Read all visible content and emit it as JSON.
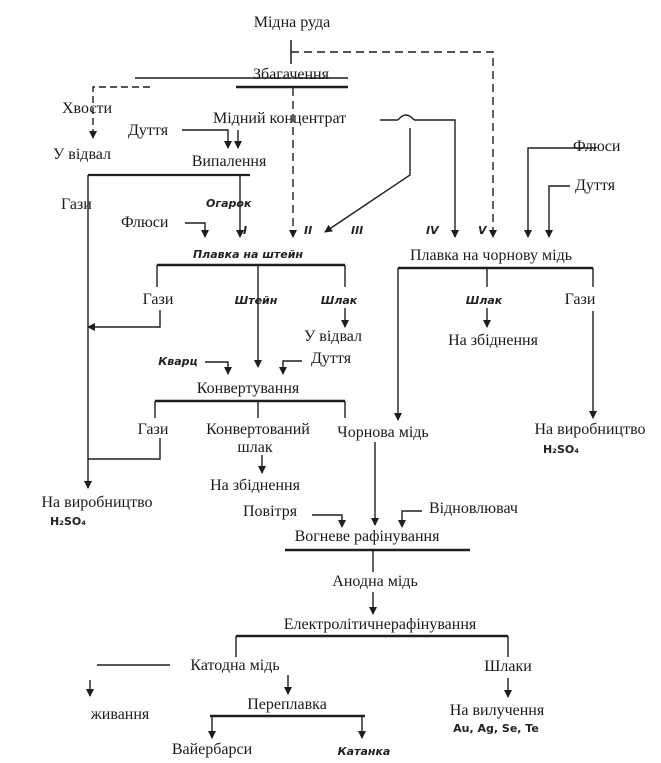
{
  "diagram": {
    "copper_ore": "Мідна руда",
    "enrichment": "Збагачення",
    "tailings": "Хвости",
    "to_dump_1": "У відвал",
    "blast_1": "Дуття",
    "copper_concentrate": "Мідний концентрат",
    "roasting": "Випалення",
    "fluxes_right": "Флюси",
    "blast_right": "Дуття",
    "gases_1": "Гази",
    "cinder": "Огарок",
    "fluxes_left": "Флюси",
    "route_1": "I",
    "route_2": "II",
    "route_3": "III",
    "route_4": "IV",
    "route_5": "V",
    "matte_smelting": "Плавка на штейн",
    "blister_smelting": "Плавка на чорнову мідь",
    "gases_2": "Гази",
    "matte": "Штейн",
    "slag_1": "Шлак",
    "slag_2": "Шлак",
    "gases_3": "Гази",
    "to_dump_2": "У відвал",
    "to_depletion_1": "На збіднення",
    "quartz": "Кварц",
    "blast_2": "Дуття",
    "converting": "Конвертування",
    "gases_4": "Гази",
    "converter_slag_1": "Конвертований",
    "converter_slag_2": "шлак",
    "blister_copper": "Чорнова мідь",
    "to_h2so4_right": "На виробництво",
    "h2so4_right": "H₂SO₄",
    "to_depletion_2": "На збіднення",
    "to_h2so4_left": "На виробництво",
    "h2so4_left": "H₂SO₄",
    "air": "Повітря",
    "reducer": "Відновлювач",
    "fire_refining": "Вогневе рафінування",
    "anode_copper": "Анодна мідь",
    "electrolytic_refining": "Електролітичнерафінування",
    "cathode_copper": "Катодна мідь",
    "slimes": "Шлаки",
    "use_partial": "живання",
    "remelting": "Переплавка",
    "extraction": "На вилучення",
    "metals": "Au, Ag, Se, Te",
    "wirebars": "Вайербарси",
    "rod": "Катанка"
  }
}
